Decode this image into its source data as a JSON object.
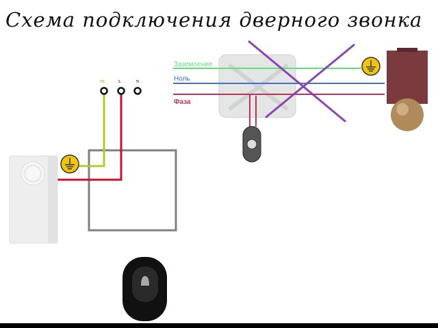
{
  "title": "Схема подключения дверного звонка",
  "terminals": {
    "pe": "PE",
    "l": "L",
    "n": "N"
  },
  "wires": {
    "ground": "Заземление",
    "neutral": "Ноль",
    "phase": "Фаза"
  },
  "colors": {
    "ground": "#5fe07a",
    "neutral": "#3f6fd0",
    "phase": "#c0305a",
    "pe_wire": "#b8c832",
    "l_wire": "#c8102e",
    "cross": "#8a44b0",
    "box": "#808080"
  }
}
